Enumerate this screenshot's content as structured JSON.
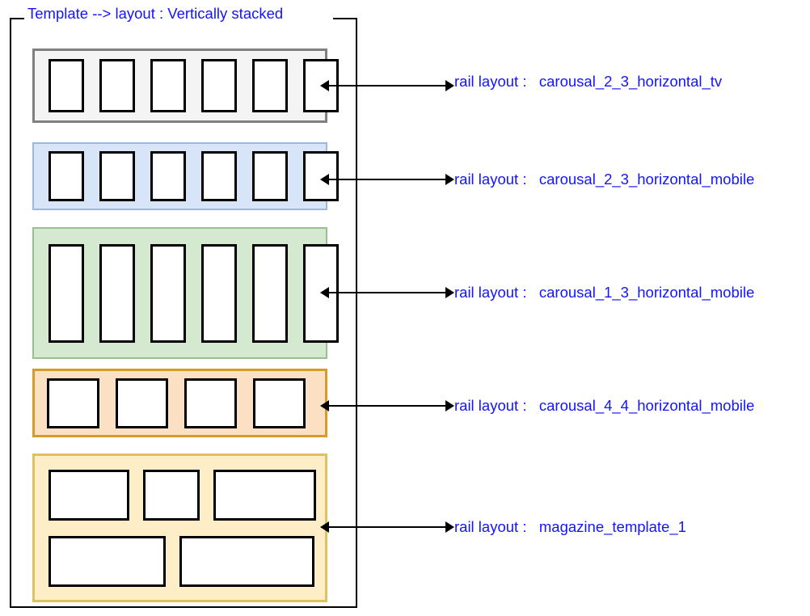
{
  "diagram": {
    "title": "Template --> layout : Vertically stacked",
    "accent_color": "#1414ff",
    "label_prefix": "rail layout :",
    "rails": [
      {
        "name": "carousal_2_3_horizontal_tv",
        "label_prefix": "rail layout :",
        "card_count": 6,
        "card_aspect": "2_3",
        "device": "tv",
        "fill_color": "#f4f4f4",
        "border_color": "#808080"
      },
      {
        "name": "carousal_2_3_horizontal_mobile",
        "label_prefix": "rail layout :",
        "card_count": 6,
        "card_aspect": "2_3",
        "device": "mobile",
        "fill_color": "#d8e5f8",
        "border_color": "#9cb8dd"
      },
      {
        "name": "carousal_1_3_horizontal_mobile",
        "label_prefix": "rail layout :",
        "card_count": 6,
        "card_aspect": "1_3",
        "device": "mobile",
        "fill_color": "#d5e8d0",
        "border_color": "#96c08c"
      },
      {
        "name": "carousal_4_4_horizontal_mobile",
        "label_prefix": "rail layout :",
        "card_count": 4,
        "card_aspect": "4_4",
        "device": "mobile",
        "fill_color": "#fbe0c4",
        "border_color": "#d79b28"
      },
      {
        "name": "magazine_template_1",
        "label_prefix": "rail layout :",
        "card_count": 5,
        "card_aspect": "mixed",
        "device": "",
        "fill_color": "#fdeec8",
        "border_color": "#e0c25c",
        "rows": [
          3,
          2
        ]
      }
    ]
  }
}
